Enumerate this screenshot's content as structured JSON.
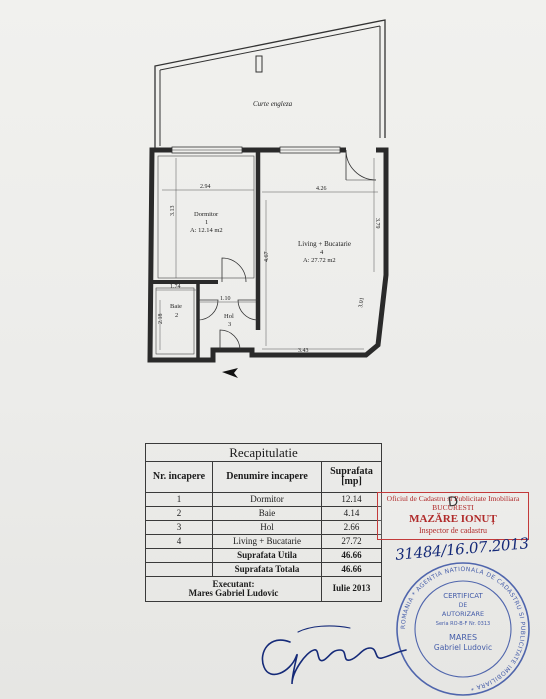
{
  "plan": {
    "curte_label": "Curte engleza",
    "rooms": [
      {
        "name": "Dormitor",
        "number": "1",
        "area": "A: 12.14 m2"
      },
      {
        "name": "Living + Bucatarie",
        "number": "4",
        "area": "A: 27.72 m2"
      },
      {
        "name": "Baie",
        "number": "2"
      },
      {
        "name": "Hol",
        "number": "3"
      }
    ],
    "dimensions": [
      "2.94",
      "4.26",
      "3.79",
      "4.67",
      "3.13",
      "1.74",
      "1.10",
      "2.18",
      "3.43",
      "3.01"
    ]
  },
  "recap": {
    "title": "Recapitulatie",
    "headers": [
      "Nr. incapere",
      "Denumire incapere",
      "Suprafata [mp]"
    ],
    "rows": [
      {
        "nr": "1",
        "name": "Dormitor",
        "area": "12.14"
      },
      {
        "nr": "2",
        "name": "Baie",
        "area": "4.14"
      },
      {
        "nr": "3",
        "name": "Hol",
        "area": "2.66"
      },
      {
        "nr": "4",
        "name": "Living + Bucatarie",
        "area": "27.72"
      }
    ],
    "utila_label": "Suprafata Utila",
    "utila_value": "46.66",
    "totala_label": "Suprafata Totala",
    "totala_value": "46.66",
    "executant_label": "Executant:",
    "executant_name": "Mares Gabriel Ludovic",
    "date": "Iulie 2013"
  },
  "stamp": {
    "line1": "Oficiul de Cadastru si Publicitate Imobiliara",
    "line2": "BUCURESTI",
    "line3": "MAZĂRE IONUȚ",
    "line4": "Inspector de cadastru",
    "overlay_mark": "D"
  },
  "handnote": "31484/16.07.2013",
  "seal": {
    "outer_text": "ROMANIA * AGENTIA NATIONALA DE CADASTRU SI PUBLICITATE IMOBILIARA * ",
    "line1": "CERTIFICAT",
    "line2": "DE",
    "line3": "AUTORIZARE",
    "line4": "Seria RO-B-F Nr. 0313",
    "name_line1": "MARES",
    "name_line2": "Gabriel Ludovic"
  },
  "colors": {
    "stamp_red": "#c33a3a",
    "ink_blue": "#1c3a9a",
    "ink_dark_blue": "#152a78"
  }
}
